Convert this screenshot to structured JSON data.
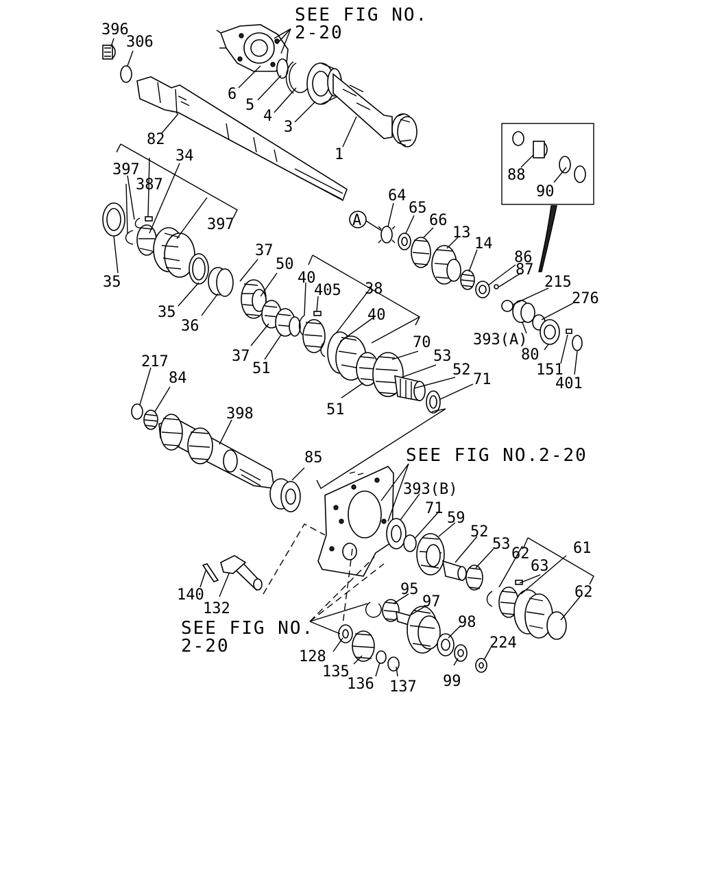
{
  "notes": [
    {
      "id": "top",
      "line1": "SEE FIG NO.",
      "line2": "2-20"
    },
    {
      "id": "middle",
      "line1": "SEE FIG NO.2-20"
    },
    {
      "id": "bottom",
      "line1": "SEE FIG NO.",
      "line2": "2-20"
    }
  ],
  "callout_marker": "A",
  "part_labels": [
    "396",
    "306",
    "6",
    "5",
    "4",
    "3",
    "1",
    "82",
    "397",
    "34",
    "387",
    "397",
    "35",
    "35",
    "36",
    "37",
    "50",
    "37",
    "40",
    "405",
    "38",
    "40",
    "51",
    "51",
    "70",
    "53",
    "52",
    "71",
    "64",
    "65",
    "66",
    "13",
    "14",
    "86",
    "87",
    "88",
    "90",
    "215",
    "276",
    "393(A)",
    "80",
    "151",
    "401",
    "217",
    "84",
    "398",
    "85",
    "393(B)",
    "71",
    "59",
    "52",
    "53",
    "62",
    "63",
    "61",
    "62",
    "140",
    "132",
    "95",
    "97",
    "98",
    "224",
    "128",
    "135",
    "136",
    "137",
    "99"
  ]
}
